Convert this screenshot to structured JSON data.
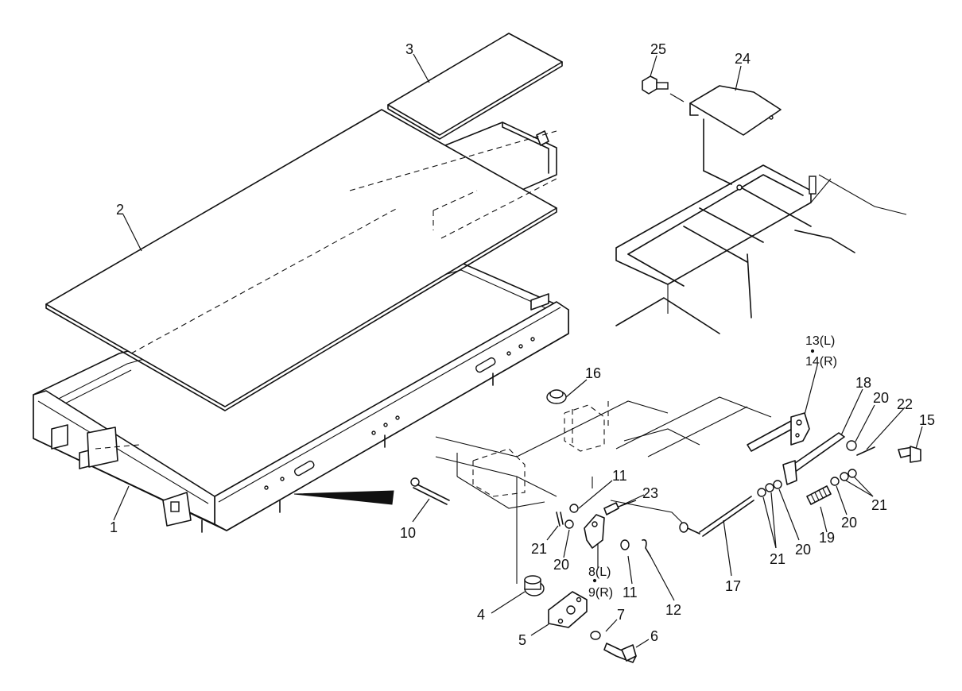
{
  "labels": {
    "p1": "1",
    "p2": "2",
    "p3": "3",
    "p4": "4",
    "p5": "5",
    "p6": "6",
    "p7": "7",
    "p8": "8(L)",
    "p9": "9(R)",
    "p10": "10",
    "p11a": "11",
    "p11b": "11",
    "p12": "12",
    "p13": "13(L)",
    "p14": "14(R)",
    "p15": "15",
    "p16": "16",
    "p17": "17",
    "p18": "18",
    "p19": "19",
    "p20a": "20",
    "p20b": "20",
    "p20c": "20",
    "p20d": "20",
    "p21a": "21",
    "p21b": "21",
    "p21c": "21",
    "p22": "22",
    "p23": "23",
    "p24": "24",
    "p25": "25"
  }
}
